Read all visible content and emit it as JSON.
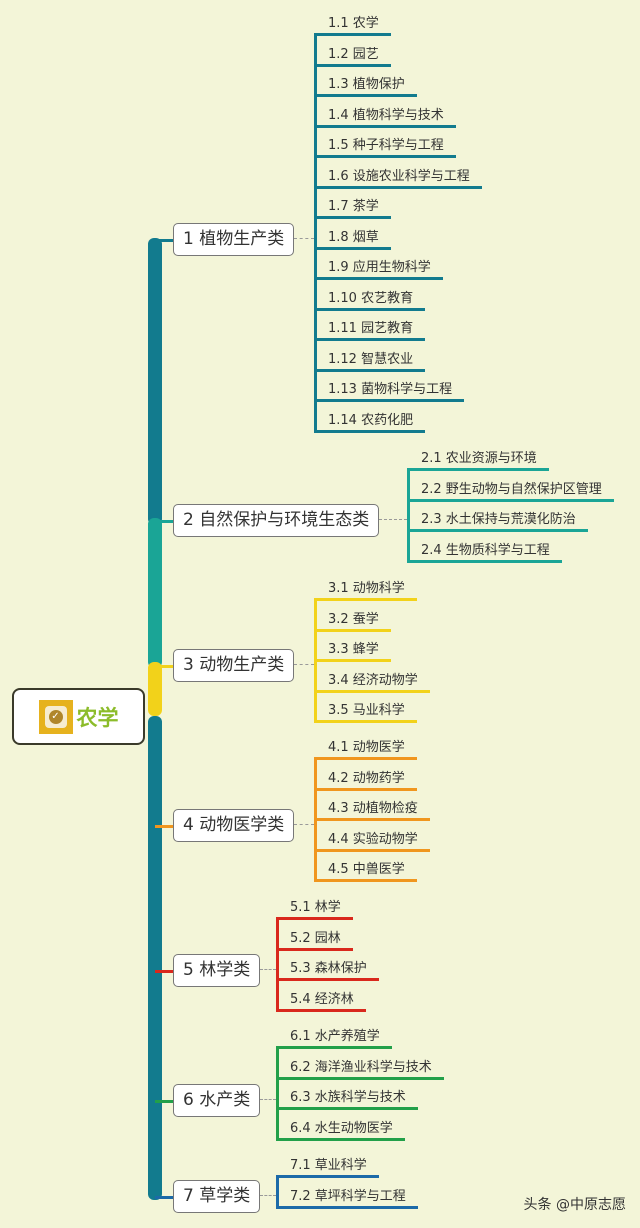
{
  "root": {
    "label": "农学",
    "icon": "check-badge-icon"
  },
  "categories": [
    {
      "label": "1 植物生产类",
      "color": "#127b8e",
      "items": [
        "1.1 农学",
        "1.2 园艺",
        "1.3 植物保护",
        "1.4 植物科学与技术",
        "1.5 种子科学与工程",
        "1.6 设施农业科学与工程",
        "1.7 茶学",
        "1.8 烟草",
        "1.9 应用生物科学",
        "1.10 农艺教育",
        "1.11 园艺教育",
        "1.12 智慧农业",
        "1.13 菌物科学与工程",
        "1.14 农药化肥"
      ]
    },
    {
      "label": "2 自然保护与环境生态类",
      "color": "#1aa596",
      "items": [
        "2.1 农业资源与环境",
        "2.2 野生动物与自然保护区管理",
        "2.3 水土保持与荒漠化防治",
        "2.4 生物质科学与工程"
      ]
    },
    {
      "label": "3 动物生产类",
      "color": "#f2d21a",
      "items": [
        "3.1 动物科学",
        "3.2 蚕学",
        "3.3 蜂学",
        "3.4 经济动物学",
        "3.5 马业科学"
      ]
    },
    {
      "label": "4 动物医学类",
      "color": "#f0961e",
      "items": [
        "4.1 动物医学",
        "4.2 动物药学",
        "4.3 动植物检疫",
        "4.4 实验动物学",
        "4.5 中兽医学"
      ]
    },
    {
      "label": "5 林学类",
      "color": "#d9281c",
      "items": [
        "5.1 林学",
        "5.2 园林",
        "5.3 森林保护",
        "5.4 经济林"
      ]
    },
    {
      "label": "6 水产类",
      "color": "#22a049",
      "items": [
        "6.1 水产养殖学",
        "6.2 海洋渔业科学与技术",
        "6.3 水族科学与技术",
        "6.4 水生动物医学"
      ]
    },
    {
      "label": "7 草学类",
      "color": "#1c6aa8",
      "items": [
        "7.1 草业科学",
        "7.2 草坪科学与工程"
      ]
    }
  ],
  "watermark": "头条 @中原志愿"
}
